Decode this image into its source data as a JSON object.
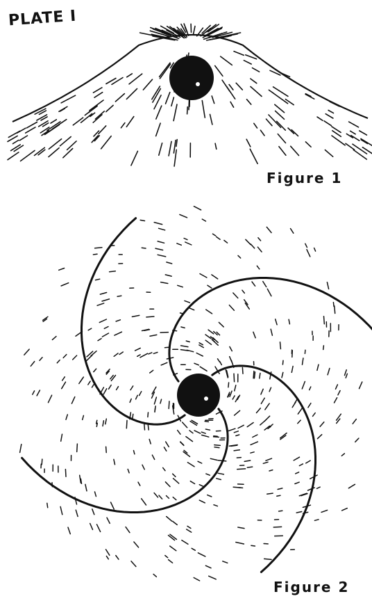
{
  "plate": {
    "title": "PLATE I"
  },
  "figures": [
    {
      "caption": "Figure 1"
    },
    {
      "caption": "Figure 2"
    }
  ],
  "style": {
    "ink": "#111111",
    "paper": "#ffffff"
  }
}
